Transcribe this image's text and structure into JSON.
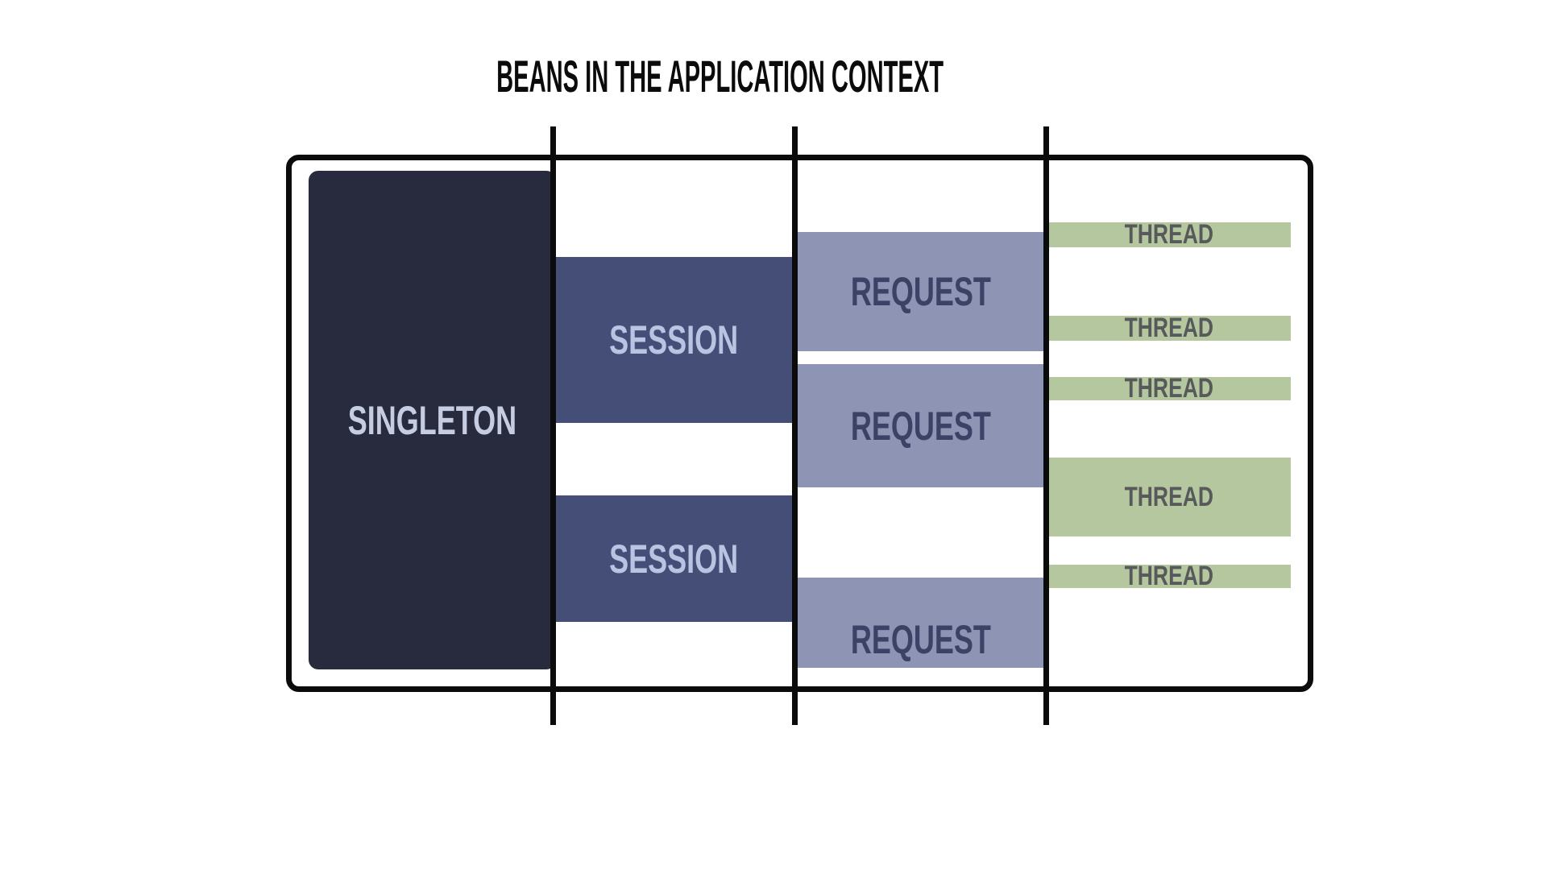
{
  "title": "BEANS IN THE APPLICATION CONTEXT",
  "boxes": {
    "singleton": {
      "label": "SINGLETON"
    },
    "sessions": [
      {
        "label": "SESSION"
      },
      {
        "label": "SESSION"
      }
    ],
    "requests": [
      {
        "label": "REQUEST"
      },
      {
        "label": "REQUEST"
      },
      {
        "label": "REQUEST"
      }
    ],
    "threads": [
      {
        "label": "THREAD"
      },
      {
        "label": "THREAD"
      },
      {
        "label": "THREAD"
      },
      {
        "label": "THREAD"
      },
      {
        "label": "THREAD"
      }
    ]
  },
  "colors": {
    "line": "#0b0b0b",
    "singleton_fill": "#272b3d",
    "singleton_text": "#c6cde2",
    "session_fill": "#444e76",
    "session_text": "#b9c4e3",
    "request_fill": "#8d94b4",
    "request_text": "#3b4266",
    "thread_fill": "#b5c79f",
    "thread_text": "#58595b"
  }
}
